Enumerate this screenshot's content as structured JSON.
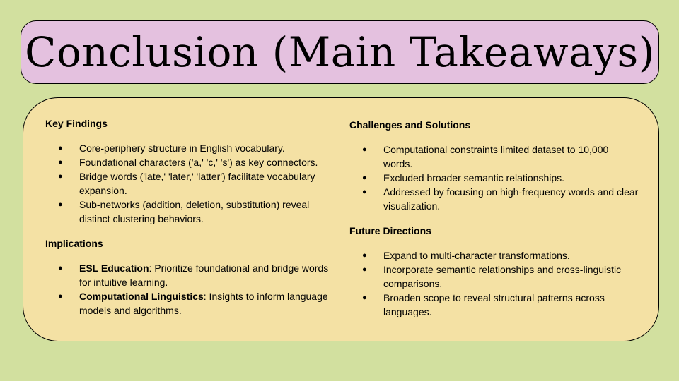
{
  "slide": {
    "title": "Conclusion (Main Takeaways)"
  },
  "left": {
    "key_findings": {
      "heading": "Key Findings",
      "items": [
        "Core-periphery structure in English vocabulary.",
        "Foundational characters ('a,' 'c,' 's') as key connectors.",
        "Bridge words ('late,' 'later,' 'latter') facilitate vocabulary expansion.",
        "Sub-networks (addition, deletion, substitution) reveal distinct clustering behaviors."
      ]
    },
    "implications": {
      "heading": "Implications",
      "items": [
        {
          "term": "ESL Education",
          "text": ": Prioritize foundational and bridge words for intuitive learning."
        },
        {
          "term": "Computational Linguistics",
          "text": ": Insights to inform language models and algorithms."
        }
      ]
    }
  },
  "right": {
    "challenges": {
      "heading": "Challenges and Solutions",
      "items": [
        "Computational constraints limited dataset to 10,000 words.",
        "Excluded broader semantic relationships.",
        "Addressed by focusing on high-frequency words and clear visualization."
      ]
    },
    "future": {
      "heading": "Future Directions",
      "items": [
        "Expand to multi-character transformations.",
        "Incorporate semantic relationships and cross-linguistic comparisons.",
        "Broaden scope to reveal structural patterns across languages."
      ]
    }
  },
  "bullet_glyph": "●"
}
